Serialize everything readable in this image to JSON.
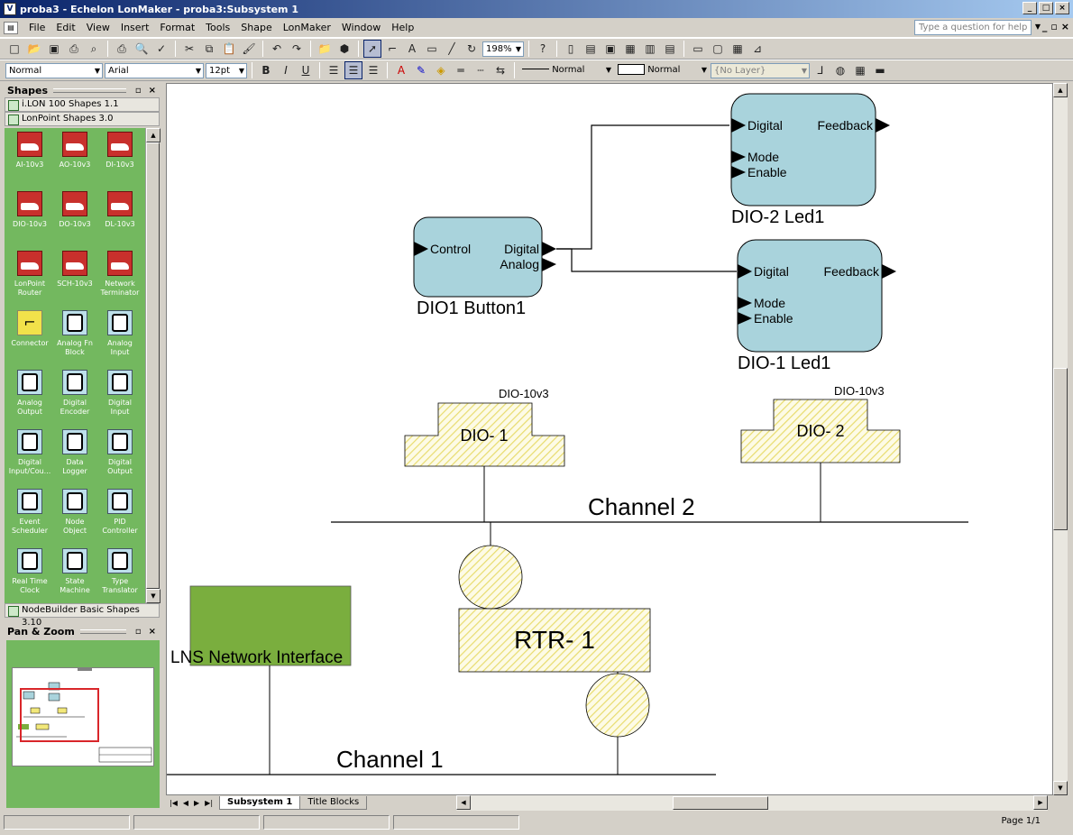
{
  "window": {
    "title": "proba3 - Echelon LonMaker - proba3:Subsystem 1",
    "controls": [
      "_",
      "□",
      "×"
    ]
  },
  "menu": {
    "items": [
      "File",
      "Edit",
      "View",
      "Insert",
      "Format",
      "Tools",
      "Shape",
      "LonMaker",
      "Window",
      "Help"
    ],
    "help_placeholder": "Type a question for help"
  },
  "toolbar": {
    "zoom": "198%",
    "style": "Normal",
    "font": "Arial",
    "font_size": "12pt",
    "line_style": "Normal",
    "fill_style": "Normal",
    "layer": "{No Layer}"
  },
  "shapes_panel": {
    "title": "Shapes",
    "stencils": [
      "i.LON 100 Shapes 1.1",
      "LonPoint Shapes 3.0"
    ],
    "bottom_stencil": "NodeBuilder Basic Shapes 3.10",
    "items": [
      {
        "label": "AI-10v3",
        "icon": "red"
      },
      {
        "label": "AO-10v3",
        "icon": "red"
      },
      {
        "label": "DI-10v3",
        "icon": "red"
      },
      {
        "label": "DIO-10v3",
        "icon": "red"
      },
      {
        "label": "DO-10v3",
        "icon": "red"
      },
      {
        "label": "DL-10v3",
        "icon": "red"
      },
      {
        "label": "LonPoint Router",
        "icon": "red"
      },
      {
        "label": "SCH-10v3",
        "icon": "red"
      },
      {
        "label": "Network Terminator",
        "icon": "red"
      },
      {
        "label": "Connector",
        "icon": "yellow"
      },
      {
        "label": "Analog Fn Block",
        "icon": "blue"
      },
      {
        "label": "Analog Input",
        "icon": "blue"
      },
      {
        "label": "Analog Output",
        "icon": "blue"
      },
      {
        "label": "Digital Encoder",
        "icon": "blue"
      },
      {
        "label": "Digital Input",
        "icon": "blue"
      },
      {
        "label": "Digital Input/Cou...",
        "icon": "blue"
      },
      {
        "label": "Data Logger",
        "icon": "blue"
      },
      {
        "label": "Digital Output",
        "icon": "blue"
      },
      {
        "label": "Event Scheduler",
        "icon": "blue"
      },
      {
        "label": "Node Object",
        "icon": "blue"
      },
      {
        "label": "PID Controller",
        "icon": "blue"
      },
      {
        "label": "Real Time Clock",
        "icon": "blue"
      },
      {
        "label": "State Machine",
        "icon": "blue"
      },
      {
        "label": "Type Translator",
        "icon": "blue"
      }
    ]
  },
  "panzoom": {
    "title": "Pan & Zoom"
  },
  "diagram": {
    "dio2_led": {
      "in1": "Digital",
      "in2": "Mode",
      "in3": "Enable",
      "out": "Feedback",
      "caption": "DIO-2 Led1"
    },
    "dio1_led": {
      "in1": "Digital",
      "in2": "Mode",
      "in3": "Enable",
      "out": "Feedback",
      "caption": "DIO-1 Led1"
    },
    "button": {
      "in": "Control",
      "out1": "Digital",
      "out2": "Analog",
      "caption": "DIO1 Button1"
    },
    "device1": {
      "type": "DIO-10v3",
      "name": "DIO- 1"
    },
    "device2": {
      "type": "DIO-10v3",
      "name": "DIO- 2"
    },
    "channel2": "Channel 2",
    "channel1": "Channel 1",
    "router": "RTR- 1",
    "lns": "LNS Network Interface",
    "colors": {
      "block": "#a9d3dc",
      "hatch": "#f2e87a",
      "lns": "#7aae3e"
    }
  },
  "tabs": [
    "Subsystem 1",
    "Title Blocks"
  ],
  "status": {
    "page": "Page 1/1"
  }
}
